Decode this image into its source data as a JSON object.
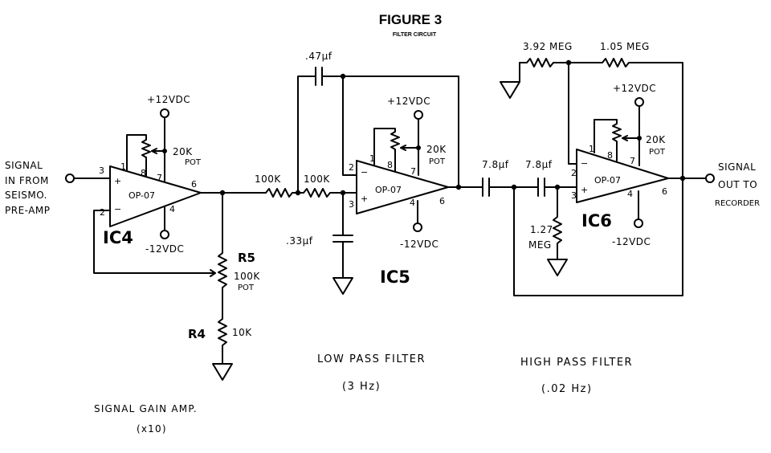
{
  "figure": {
    "title": "FIGURE 3",
    "subtitle": "FILTER CIRCUIT"
  },
  "input": {
    "line1": "SIGNAL",
    "line2": "IN FROM",
    "line3": "SEISMO.",
    "line4": "PRE-AMP"
  },
  "output": {
    "line1": "SIGNAL",
    "line2": "OUT TO",
    "line3": "RECORDER"
  },
  "stage_gain": {
    "ic_label": "IC4",
    "opamp_label": "OP-07",
    "vplus": "+12VDC",
    "vminus": "-12VDC",
    "pot_value": "20K",
    "pot_label": "POT",
    "pins": {
      "noninv": "3",
      "inv": "2",
      "p1": "1",
      "p8": "8",
      "p7": "7",
      "p4": "4",
      "p6": "6"
    },
    "r5_ref": "R5",
    "r5_value": "100K",
    "r5_pot": "POT",
    "r4_ref": "R4",
    "r4_value": "10K",
    "caption_line1": "SIGNAL GAIN AMP.",
    "caption_line2": "(x10)"
  },
  "stage_lowpass": {
    "ic_label": "IC5",
    "opamp_label": "OP-07",
    "vplus": "+12VDC",
    "vminus": "-12VDC",
    "pot_value": "20K",
    "pot_label": "POT",
    "pins": {
      "inv": "2",
      "noninv": "3",
      "p1": "1",
      "p8": "8",
      "p7": "7",
      "p4": "4",
      "p6": "6"
    },
    "r1_value": "100K",
    "r2_value": "100K",
    "c_feedback": ".47µf",
    "c_ground": ".33µf",
    "caption_line1": "LOW PASS FILTER",
    "caption_line2": "(3 Hz)"
  },
  "stage_highpass": {
    "ic_label": "IC6",
    "opamp_label": "OP-07",
    "vplus": "+12VDC",
    "vminus": "-12VDC",
    "pot_value": "20K",
    "pot_label": "POT",
    "pins": {
      "inv": "2",
      "noninv": "3",
      "p1": "1",
      "p8": "8",
      "p7": "7",
      "p4": "4",
      "p6": "6"
    },
    "c1_value": "7.8µf",
    "c2_value": "7.8µf",
    "r_ground_value": "1.27",
    "r_ground_unit": "MEG",
    "r_in_value": "3.92 MEG",
    "r_fb_value": "1.05 MEG",
    "caption_line1": "HIGH PASS FILTER",
    "caption_line2": "(.02 Hz)"
  }
}
